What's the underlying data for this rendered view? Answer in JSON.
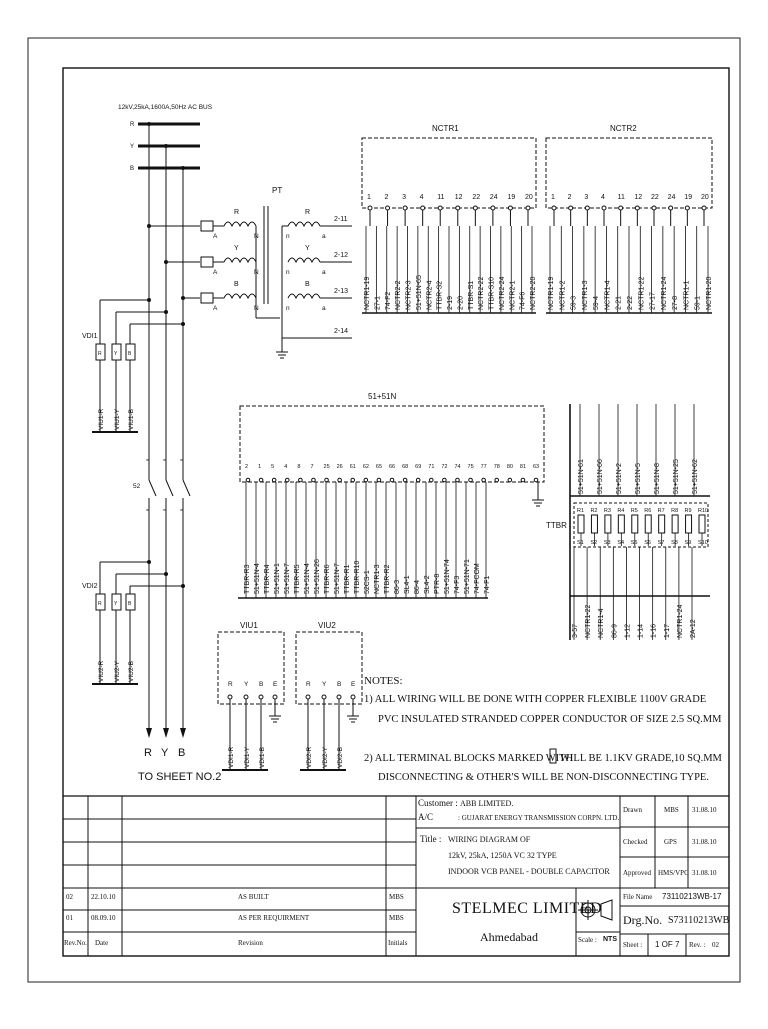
{
  "bus": {
    "label": "12kV,25kA,1600A,50Hz AC BUS",
    "phases": [
      "R",
      "Y",
      "B"
    ]
  },
  "pt": {
    "label": "PT",
    "primary": [
      "R",
      "Y",
      "B"
    ],
    "secondary": [
      "R",
      "Y",
      "B"
    ],
    "a_label": "A",
    "n_label": "N",
    "sn_label": "n",
    "sa_label": "a",
    "outputs": [
      "2-11",
      "2-12",
      "2-13",
      "2-14"
    ]
  },
  "vdi1": {
    "label": "VDI1",
    "boxes": [
      "R",
      "Y",
      "B"
    ],
    "wires": [
      "VIU1-R",
      "VIU1-Y",
      "VIU1-B"
    ]
  },
  "vdi2": {
    "label": "VDI2",
    "boxes": [
      "R",
      "Y",
      "B"
    ],
    "wires": [
      "VIU2-R",
      "VIU2-Y",
      "VIU2-B"
    ]
  },
  "switch": {
    "label": "52"
  },
  "nctr1": {
    "label": "NCTR1",
    "terminals": [
      "1",
      "2",
      "3",
      "4",
      "11",
      "12",
      "22",
      "24",
      "19",
      "20"
    ],
    "wires": [
      "NCTR1-19",
      "27-1",
      "74-F2",
      "NCTR2-2",
      "NCTR2-3",
      "51+51N-65",
      "NCTR2-4",
      "TTBR-S2",
      "2-19",
      "2-20",
      "TTBR-S1",
      "NCTR2-22",
      "TTBR-S10",
      "NCTR2-24",
      "NCTR2-1",
      "74-F6",
      "NCTR2-20"
    ]
  },
  "nctr2": {
    "label": "NCTR2",
    "terminals": [
      "1",
      "2",
      "3",
      "4",
      "11",
      "12",
      "22",
      "24",
      "19",
      "20"
    ],
    "wires": [
      "NCTR1-19",
      "NCTR1-2",
      "59-3",
      "NCTR1-3",
      "59-4",
      "NCTR1-4",
      "2-21",
      "2-22",
      "NCTR1-22",
      "27-17",
      "NCTR1-24",
      "27-8",
      "NCTR1-1",
      "59-1",
      "NCTR1-20"
    ]
  },
  "relay": {
    "label": "51+51N",
    "terminals": [
      "2",
      "1",
      "5",
      "4",
      "8",
      "7",
      "25",
      "26",
      "61",
      "62",
      "65",
      "66",
      "68",
      "69",
      "71",
      "72",
      "74",
      "75",
      "77",
      "78",
      "80",
      "81",
      "63"
    ],
    "wires": [
      "TTBR-R3",
      "51+51N-4",
      "TTBR-R4",
      "51+51N-1",
      "51+51N-7",
      "TTBR-R5",
      "51+51N-4",
      "51+51N-26",
      "TTBR-R6",
      "51+51N-7",
      "TTBR-R1",
      "TTBR-R10",
      "52CS-1",
      "NCTR1-3",
      "TTBR-R2",
      "86-3",
      "SL4-1",
      "86-4",
      "SL4-2",
      "PTR-8",
      "51+51N-74",
      "74-F3",
      "51+51N-71",
      "74-FCOM",
      "74-F1"
    ]
  },
  "ttbr": {
    "label": "TTBR",
    "top_wires": [
      "51+51N-61",
      "51+51N-66",
      "51+51N-2",
      "51+51N-5",
      "51+51N-8",
      "51+51N-25",
      "51+51N-62"
    ],
    "r_terms": [
      "R1",
      "R2",
      "R3",
      "R4",
      "R5",
      "R6",
      "R7",
      "R8",
      "R9",
      "R10"
    ],
    "s_terms": [
      "S1",
      "S2",
      "S3",
      "S4",
      "S5",
      "S6",
      "S7",
      "S8",
      "S9",
      "S10"
    ],
    "bottom_wires": [
      "3-57",
      "NCTR1-22",
      "NCTR1-4",
      "86-9",
      "1-12",
      "1-14",
      "1-16",
      "1-17",
      "NCTR1-24",
      "2A-12"
    ]
  },
  "viu1": {
    "label": "VIU1",
    "terms": [
      "R",
      "Y",
      "B",
      "E"
    ],
    "wires": [
      "VDI1-R",
      "VDI1-Y",
      "VDI1-B"
    ]
  },
  "viu2": {
    "label": "VIU2",
    "terms": [
      "R",
      "Y",
      "B",
      "E"
    ],
    "wires": [
      "VDI2-R",
      "VDI2-Y",
      "VDI2-B"
    ]
  },
  "outgoing": {
    "phases": [
      "R",
      "Y",
      "B"
    ],
    "to_sheet": "TO SHEET NO.2"
  },
  "notes": {
    "title": "NOTES:",
    "n1_a": "1) ALL WIRING WILL BE DONE WITH COPPER FLEXIBLE 1100V GRADE",
    "n1_b": "PVC INSULATED STRANDED COPPER CONDUCTOR OF SIZE 2.5 SQ.MM",
    "n2_a_pre": "2) ALL TERMINAL BLOCKS MARKED WITH",
    "n2_a_post": "WILL BE 1.1KV GRADE,10 SQ.MM",
    "n2_b": "DISCONNECTING & OTHER'S WILL BE NON-DISCONNECTING TYPE."
  },
  "title_block": {
    "customer_label": "Customer :",
    "customer": "ABB LIMITED.",
    "ac_label": "A/C",
    "ac": ": GUJARAT ENERGY TRANSMISSION CORPN. LTD.",
    "title_label": "Title :",
    "title_1": "WIRING DIAGRAM OF",
    "title_2": "12kV, 25kA, 1250A VC 32 TYPE",
    "title_3": "INDOOR VCB PANEL - DOUBLE CAPACITOR",
    "drawn_label": "Drawn",
    "drawn_by": "MBS",
    "drawn_date": "31.08.10",
    "checked_label": "Checked",
    "checked_by": "GPS",
    "checked_date": "31.08.10",
    "approved_label": "Approved",
    "approved_by": "HMS/VPC",
    "approved_date": "31.08.10",
    "file_label": "File Name",
    "file_name": "73110213WB-17",
    "drg_label": "Drg.No.",
    "drg_no": "S73110213WB",
    "company": "STELMEC LIMITED",
    "city": "Ahmedabad",
    "scale_label": "Scale :",
    "scale": "NTS",
    "sheet_label": "Sheet :",
    "sheet": "1 OF 7",
    "rev_label": "Rev. :",
    "rev": "02",
    "revisions": [
      {
        "no": "02",
        "date": "22.10.10",
        "desc": "AS BUILT",
        "init": "MBS"
      },
      {
        "no": "01",
        "date": "08.09.10",
        "desc": "AS PER REQUIRMENT",
        "init": "MBS"
      }
    ],
    "rev_headers": {
      "no": "Rev.No.",
      "date": "Date",
      "desc": "Revision",
      "init": "Initials"
    }
  }
}
